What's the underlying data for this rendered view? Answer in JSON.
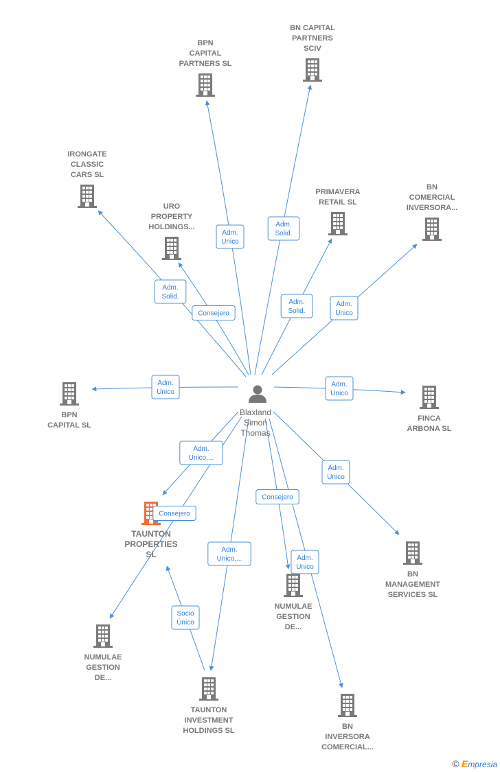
{
  "center": {
    "label": [
      "Blaxland",
      "Simon",
      "Thomas"
    ],
    "icon": "person-icon"
  },
  "colors": {
    "edge": "#4a90d9",
    "node": "#7a7a7a",
    "highlight": "#f26b3a"
  },
  "nodes": [
    {
      "id": "bpn-capital-partners",
      "label": [
        "BPN",
        "CAPITAL",
        "PARTNERS  SL"
      ],
      "icon": "building-icon"
    },
    {
      "id": "bn-capital-partners-sciv",
      "label": [
        "BN CAPITAL",
        "PARTNERS",
        "SCIV"
      ],
      "icon": "building-icon"
    },
    {
      "id": "irongate-classic-cars",
      "label": [
        "IRONGATE",
        "CLASSIC",
        "CARS  SL"
      ],
      "icon": "building-icon"
    },
    {
      "id": "uro-property-holdings",
      "label": [
        "URO",
        "PROPERTY",
        "HOLDINGS..."
      ],
      "icon": "building-icon"
    },
    {
      "id": "primavera-retail",
      "label": [
        "PRIMAVERA",
        "RETAIL  SL"
      ],
      "icon": "building-icon"
    },
    {
      "id": "bn-comercial-inversora",
      "label": [
        "BN",
        "COMERCIAL",
        "INVERSORA..."
      ],
      "icon": "building-icon"
    },
    {
      "id": "bpn-capital",
      "label": [
        "BPN",
        "CAPITAL  SL"
      ],
      "icon": "building-icon"
    },
    {
      "id": "finca-arbona",
      "label": [
        "FINCA",
        "ARBONA  SL"
      ],
      "icon": "building-icon"
    },
    {
      "id": "taunton-properties",
      "label": [
        "TAUNTON",
        "PROPERTIES",
        "SL"
      ],
      "icon": "building-icon",
      "highlight": true
    },
    {
      "id": "bn-management-services",
      "label": [
        "BN",
        "MANAGEMENT",
        "SERVICES  SL"
      ],
      "icon": "building-icon"
    },
    {
      "id": "numulae-gestion-right",
      "label": [
        "NUMULAE",
        "GESTION",
        "DE..."
      ],
      "icon": "building-icon"
    },
    {
      "id": "numulae-gestion-left",
      "label": [
        "NUMULAE",
        "GESTION",
        "DE..."
      ],
      "icon": "building-icon"
    },
    {
      "id": "taunton-investment-holdings",
      "label": [
        "TAUNTON",
        "INVESTMENT",
        "HOLDINGS  SL"
      ],
      "icon": "building-icon"
    },
    {
      "id": "bn-inversora-comercial",
      "label": [
        "BN",
        "INVERSORA",
        "COMERCIAL..."
      ],
      "icon": "building-icon"
    }
  ],
  "edges": [
    {
      "from": "center",
      "to": "bpn-capital-partners",
      "label": [
        "Adm.",
        "Unico"
      ]
    },
    {
      "from": "center",
      "to": "bn-capital-partners-sciv",
      "label": [
        "Adm.",
        "Solid."
      ]
    },
    {
      "from": "center",
      "to": "irongate-classic-cars",
      "label": [
        "Adm.",
        "Solid."
      ]
    },
    {
      "from": "center",
      "to": "uro-property-holdings",
      "label": [
        "Consejero"
      ]
    },
    {
      "from": "center",
      "to": "primavera-retail",
      "label": [
        "Adm.",
        "Solid."
      ]
    },
    {
      "from": "center",
      "to": "bn-comercial-inversora",
      "label": [
        "Adm.",
        "Unico"
      ]
    },
    {
      "from": "center",
      "to": "bpn-capital",
      "label": [
        "Adm.",
        "Unico"
      ]
    },
    {
      "from": "center",
      "to": "finca-arbona",
      "label": [
        "Adm.",
        "Unico"
      ]
    },
    {
      "from": "center",
      "to": "taunton-properties",
      "label": [
        "Adm.",
        "Unico,..."
      ]
    },
    {
      "from": "center",
      "to": "numulae-gestion-left",
      "label": [
        "Consejero"
      ]
    },
    {
      "from": "center",
      "to": "bn-management-services",
      "label": [
        "Adm.",
        "Unico"
      ]
    },
    {
      "from": "center",
      "to": "numulae-gestion-right",
      "label": [
        "Consejero"
      ]
    },
    {
      "from": "center",
      "to": "taunton-investment-holdings",
      "label": [
        "Adm.",
        "Unico,..."
      ]
    },
    {
      "from": "center",
      "to": "bn-inversora-comercial",
      "label": [
        "Adm.",
        "Unico"
      ]
    },
    {
      "from": "taunton-investment-holdings",
      "to": "taunton-properties",
      "label": [
        "Socio",
        "Único"
      ]
    }
  ],
  "copyright": {
    "symbol": "©",
    "brand_initial": "E",
    "brand_rest": "mpresia"
  }
}
